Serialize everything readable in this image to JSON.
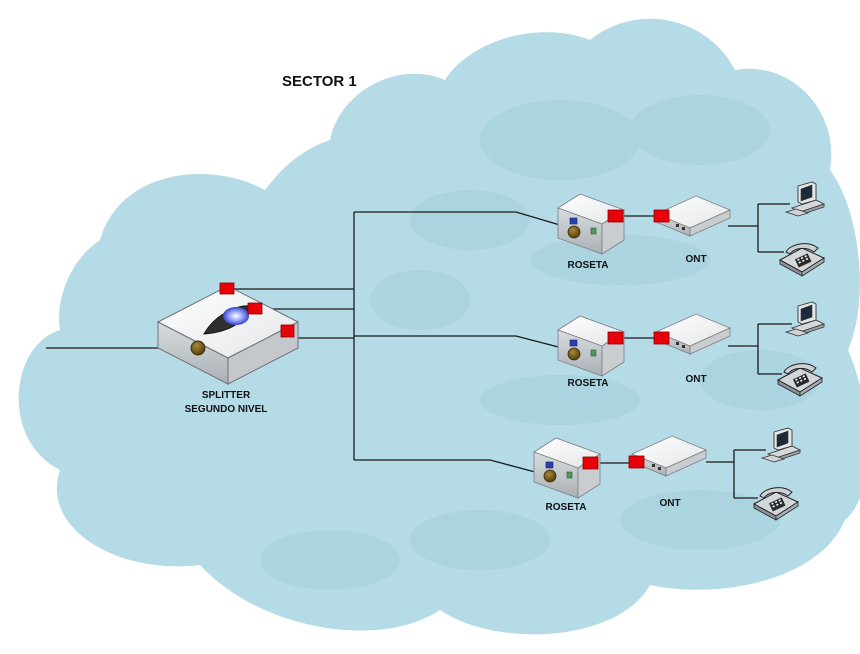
{
  "title": "SECTOR 1",
  "splitter": {
    "label_line1": "SPLITTER",
    "label_line2": "SEGUNDO NIVEL",
    "icon": "optical-splitter-icon"
  },
  "branches": [
    {
      "roseta_label": "ROSETA",
      "ont_label": "ONT",
      "devices": [
        "desktop-computer-icon",
        "telephone-icon"
      ]
    },
    {
      "roseta_label": "ROSETA",
      "ont_label": "ONT",
      "devices": [
        "desktop-computer-icon",
        "telephone-icon"
      ]
    },
    {
      "roseta_label": "ROSETA",
      "ont_label": "ONT",
      "devices": [
        "desktop-computer-icon",
        "telephone-icon"
      ]
    }
  ],
  "colors": {
    "cloud": "#b5dbe6",
    "port": "#e8000b",
    "connector": "#6b5316",
    "wire": "#1a1a1a"
  }
}
